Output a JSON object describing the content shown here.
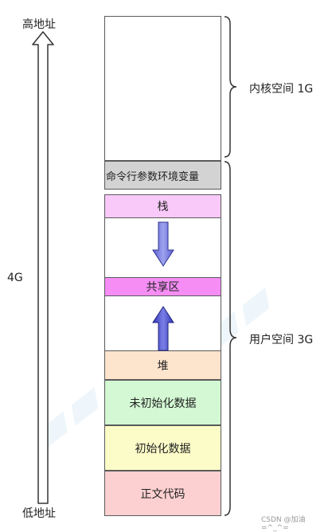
{
  "address_axis": {
    "top_label": "高地址",
    "bottom_label": "低地址",
    "size_label": "4G"
  },
  "memory": {
    "kernel_space": "",
    "cmdline_env": "命令行参数环境变量",
    "stack": "栈",
    "shared": "共享区",
    "heap": "堆",
    "bss": "未初始化数据",
    "data": "初始化数据",
    "text": "正文代码"
  },
  "braces": {
    "kernel": "内核空间 1G",
    "user": "用户空间 3G"
  },
  "watermark": "CSDN @加油=^_^="
}
